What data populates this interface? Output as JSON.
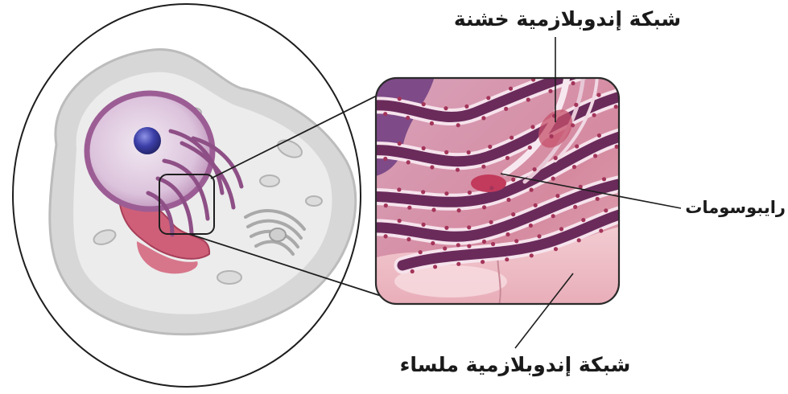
{
  "labels": {
    "rough_er": "شبكة إندوبلازمية خشنة",
    "ribosomes": "رايبوسومات",
    "smooth_er": "شبكة إندوبلازمية ملساء"
  }
}
